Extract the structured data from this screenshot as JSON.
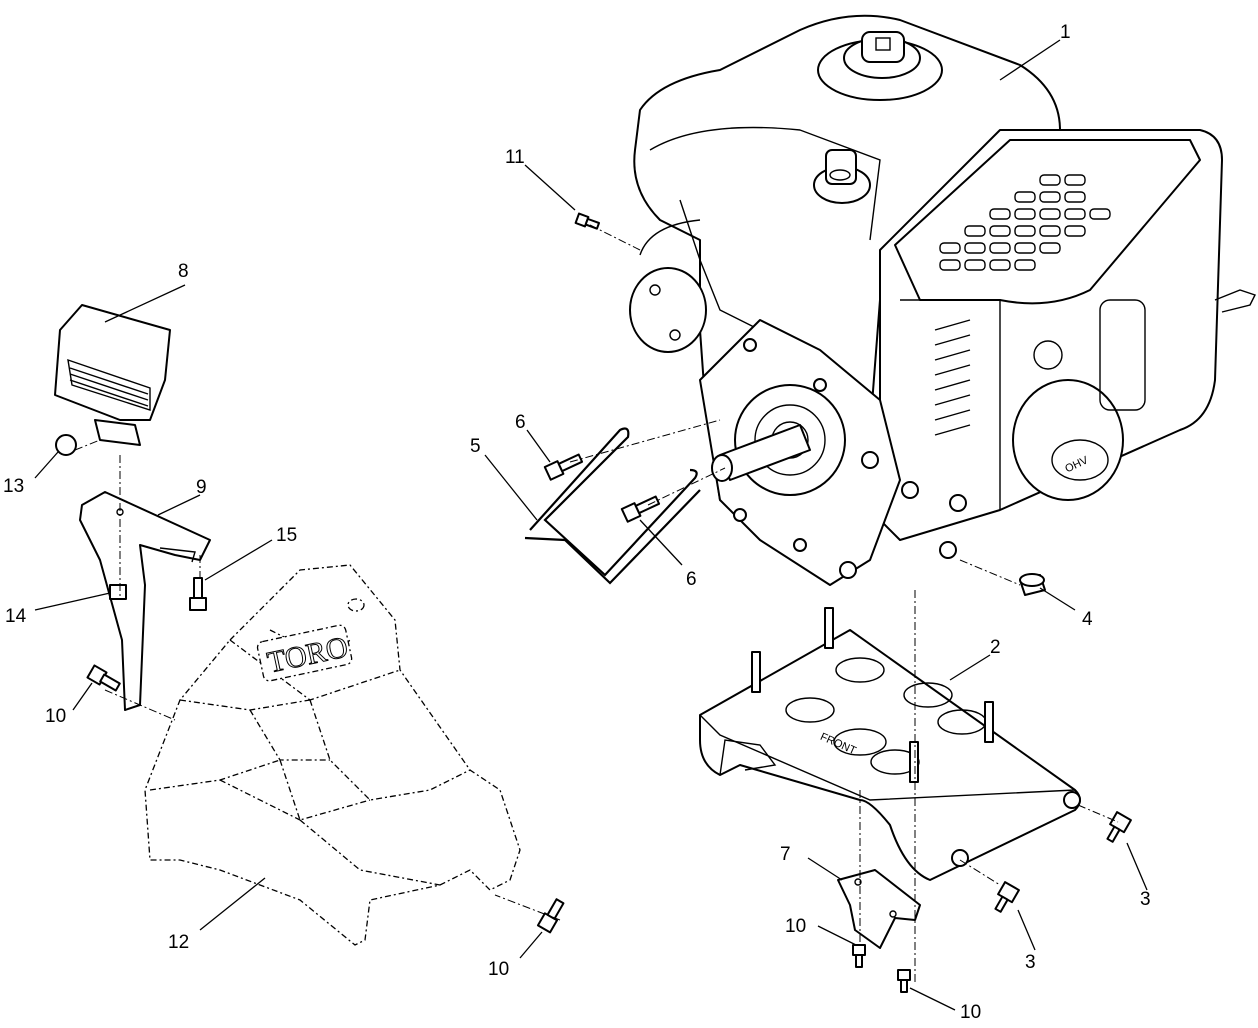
{
  "callouts": [
    "1",
    "2",
    "3",
    "3",
    "4",
    "5",
    "6",
    "6",
    "7",
    "8",
    "9",
    "10",
    "10",
    "10",
    "10",
    "11",
    "12",
    "13",
    "14",
    "15"
  ],
  "markings": {
    "engine_badge": "OHV",
    "shroud_logo": "TORO",
    "base_stamp": "FRONT"
  }
}
